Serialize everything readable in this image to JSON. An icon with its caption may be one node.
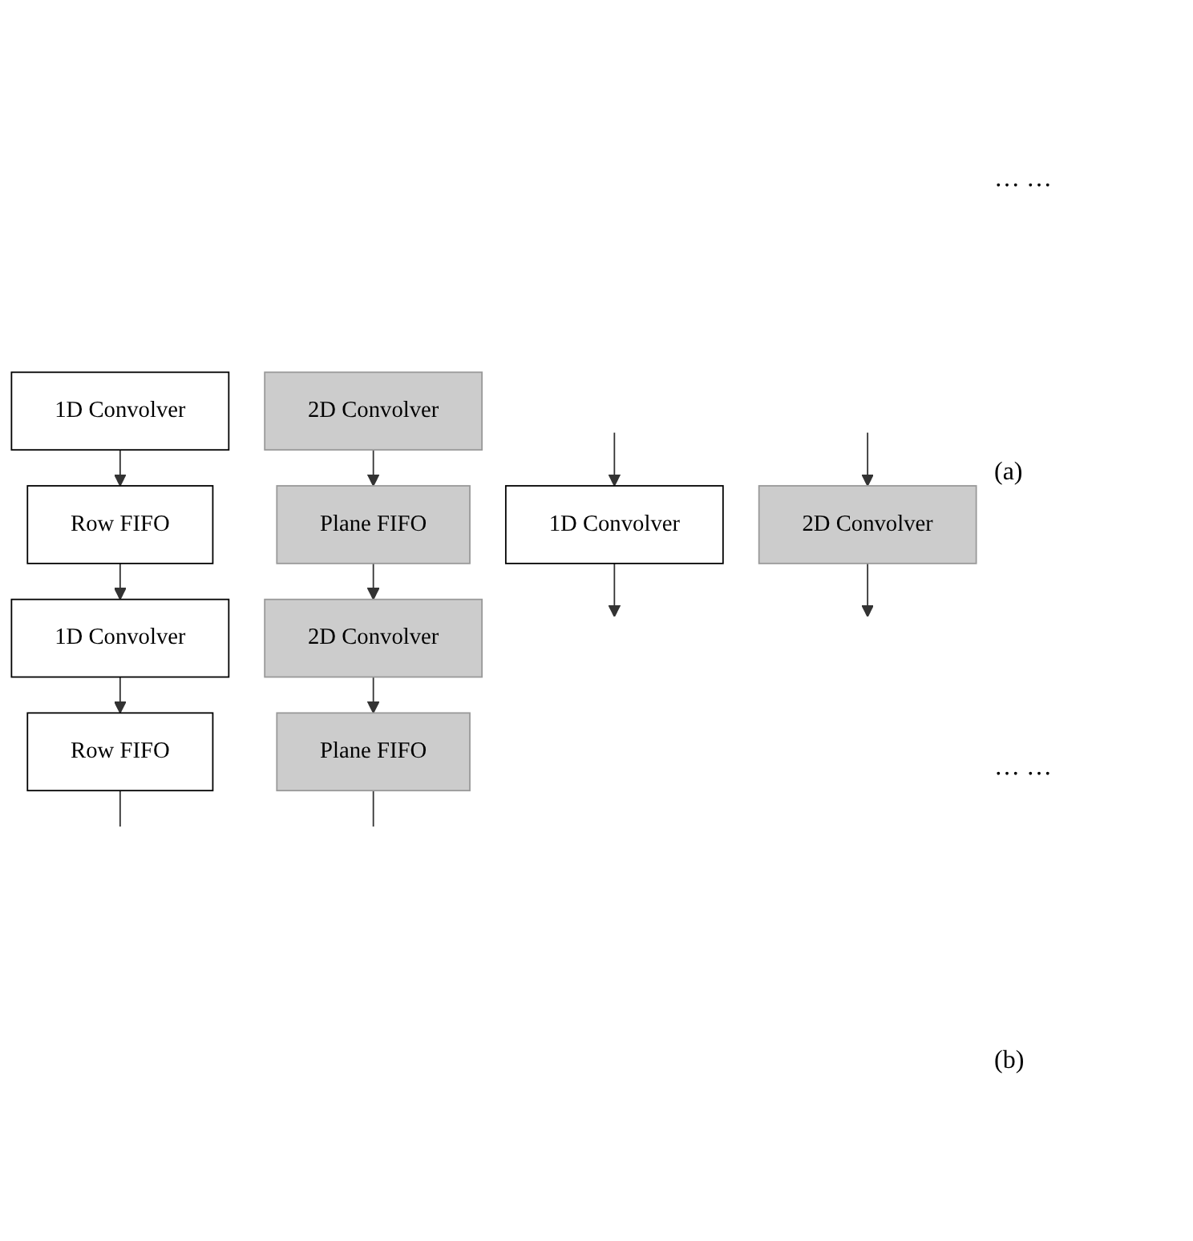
{
  "diagram": {
    "nodes": [
      {
        "text": [
          "1D Convolver"
        ]
      },
      {
        "text": [
          "Row FIFO"
        ]
      },
      {
        "text": [
          "1D Convolver"
        ]
      },
      {
        "text": [
          "Row FIFO"
        ]
      },
      {
        "text": [
          "1D Convolver"
        ]
      },
      {
        "text": [
          "2D Convolver"
        ]
      },
      {
        "text": [
          "Plane FIFO"
        ]
      },
      {
        "text": [
          "2D Convolver"
        ]
      },
      {
        "text": [
          "Plane FIFO"
        ]
      },
      {
        "text": [
          "2D Convolver"
        ]
      }
    ],
    "edges": [
      {
        "from": 0,
        "to": 1,
        "arrow": "to"
      },
      {
        "from": 1,
        "to": 2,
        "arrow": "to"
      },
      {
        "from": 2,
        "to": 3,
        "arrow": "to"
      },
      {
        "from": 3,
        "to": null,
        "arrow": "none"
      },
      {
        "from": null,
        "to": 4,
        "arrow": "to"
      },
      {
        "from": 4,
        "to": null,
        "arrow": "to"
      },
      {
        "from": 5,
        "to": 6,
        "arrow": "to"
      },
      {
        "from": 6,
        "to": 7,
        "arrow": "to"
      },
      {
        "from": 7,
        "to": 8,
        "arrow": "to"
      },
      {
        "from": 8,
        "to": null,
        "arrow": "none"
      },
      {
        "from": null,
        "to": 9,
        "arrow": "to"
      },
      {
        "from": 9,
        "to": null,
        "arrow": "to"
      }
    ],
    "labels": [
      "… …",
      "(a)",
      "… …",
      "(b)"
    ]
  }
}
